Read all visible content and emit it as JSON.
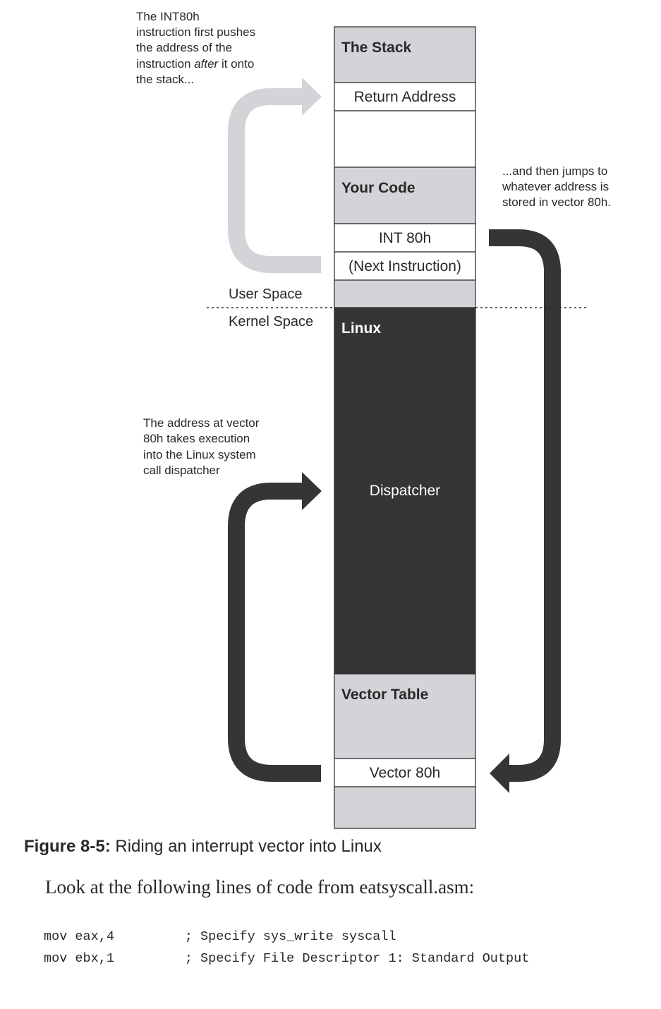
{
  "diagram": {
    "cells": [
      {
        "label": "The Stack",
        "kind": "header",
        "fill": "#d3d4d7"
      },
      {
        "label": "Return Address",
        "kind": "row",
        "fill": "#ffffff"
      },
      {
        "label": "",
        "kind": "blank",
        "fill": "#ffffff"
      },
      {
        "label": "Your Code",
        "kind": "header",
        "fill": "#d3d4d7"
      },
      {
        "label": "INT 80h",
        "kind": "row",
        "fill": "#ffffff"
      },
      {
        "label": "(Next Instruction)",
        "kind": "row",
        "fill": "#ffffff"
      },
      {
        "label": "",
        "kind": "blank",
        "fill": "#d3d4d7"
      },
      {
        "label": "Linux",
        "kind": "header-dark",
        "fill": "#363435"
      },
      {
        "label": "Vector Table",
        "kind": "header",
        "fill": "#d3d4d7"
      },
      {
        "label": "Vector 80h",
        "kind": "row",
        "fill": "#ffffff"
      },
      {
        "label": "",
        "kind": "blank",
        "fill": "#d3d4d7"
      }
    ],
    "dispatcher_label": "Dispatcher",
    "user_space_label": "User Space",
    "kernel_space_label": "Kernel Space",
    "note_push": {
      "lines": [
        "The INT80h",
        "instruction first pushes",
        "the address of the"
      ],
      "line4_before": "instruction ",
      "line4_emph": "after",
      "line4_after": " it onto",
      "line5": "the stack..."
    },
    "note_jump": [
      "...and then jumps to",
      "whatever address is",
      "stored in vector 80h."
    ],
    "note_dispatch": [
      "The address at vector",
      "80h takes execution",
      "into the Linux system",
      "call dispatcher"
    ],
    "colors": {
      "light_fill": "#d3d4d7",
      "dark_fill": "#363435",
      "arrow_light": "#d3d4d7",
      "arrow_dark": "#363435"
    }
  },
  "caption": {
    "number": "Figure 8-5:",
    "text": "Riding an interrupt vector into Linux"
  },
  "body_text": "Look at the following lines of code from eatsyscall.asm:",
  "code_lines": [
    "mov eax,4         ; Specify sys_write syscall",
    "mov ebx,1         ; Specify File Descriptor 1: Standard Output"
  ]
}
